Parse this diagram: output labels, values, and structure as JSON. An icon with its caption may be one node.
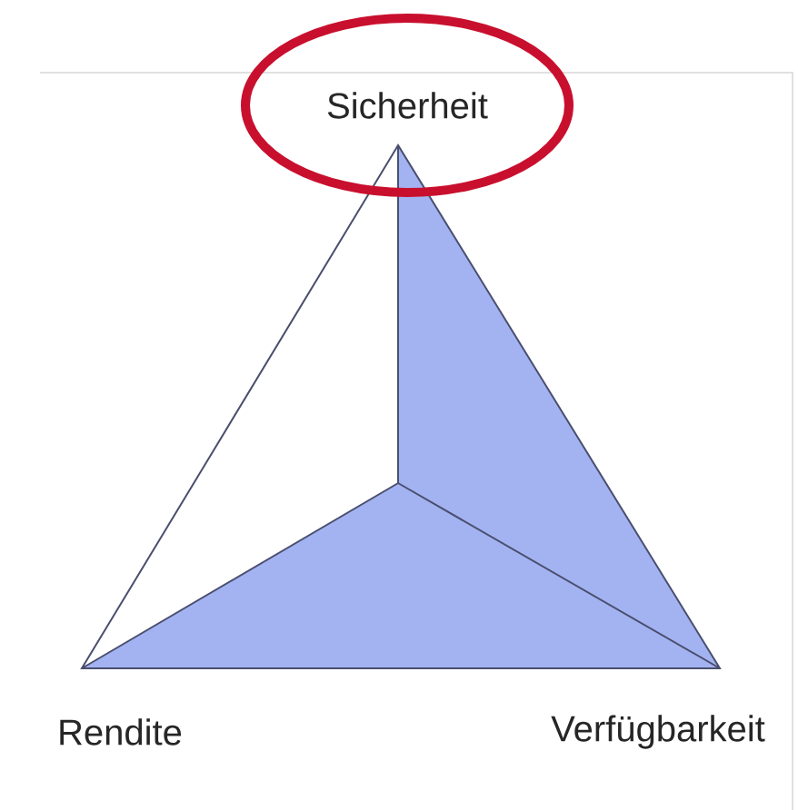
{
  "diagram": {
    "nodes": [
      {
        "text": [
          "Sicherheit"
        ]
      }
    ],
    "labels": [
      "Rendite",
      "Verfügbarkeit"
    ]
  }
}
